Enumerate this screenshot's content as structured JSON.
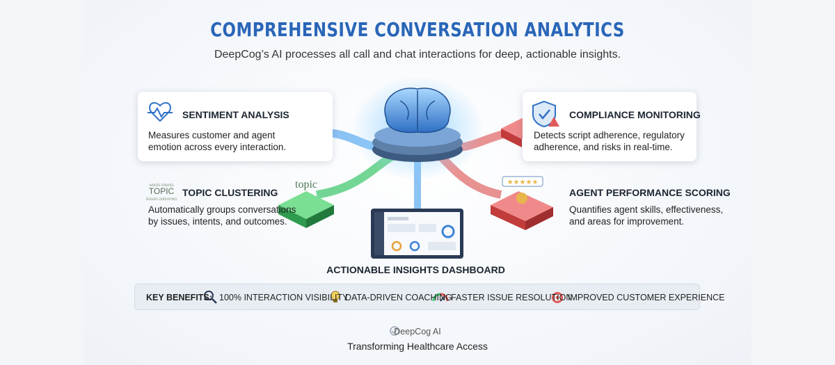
{
  "header": {
    "title": "COMPREHENSIVE CONVERSATION ANALYTICS",
    "subtitle": "DeepCog’s AI processes all call and chat interactions for deep, actionable insights."
  },
  "features": {
    "sentiment": {
      "title": "SENTIMENT ANALYSIS",
      "desc1": "Measures customer and agent",
      "desc2": "emotion across every interaction.",
      "icon": "heart-pulse-icon"
    },
    "topic": {
      "title": "TOPIC CLUSTERING",
      "desc1": "Automatically groups conversations",
      "desc2": "by issues, intents, and outcomes.",
      "icon": "word-cloud-icon",
      "word": "TOPIC"
    },
    "compliance": {
      "title": "COMPLIANCE MONITORING",
      "desc1": "Detects script adherence, regulatory",
      "desc2": "adherence, and risks in real-time.",
      "icon": "shield-check-icon"
    },
    "performance": {
      "title": "AGENT PERFORMANCE SCORING",
      "desc1": "Quantifies agent skills, effectiveness,",
      "desc2": "and areas for improvement.",
      "icon": "star-rating-icon"
    }
  },
  "dashboard": {
    "label": "ACTIONABLE INSIGHTS DASHBOARD"
  },
  "benefits": {
    "label": "KEY BENEFITS:",
    "items": [
      {
        "text": "100% INTERACTION VISIBILITY",
        "icon": "magnifier-icon"
      },
      {
        "text": "DATA-DRIVEN COACHING",
        "icon": "lightbulb-icon"
      },
      {
        "text": "FASTER ISSUE RESOLUTION",
        "icon": "speedometer-icon"
      },
      {
        "text": "IMPROVED CUSTOMER EXPERIENCE",
        "icon": "target-icon"
      }
    ]
  },
  "footer": {
    "brand": "DeepCog AI",
    "tagline": "Transforming Healthcare Access"
  },
  "colors": {
    "title": "#2a66b8",
    "blue": "#3b82d6",
    "green": "#3cc46a",
    "red": "#e05a5a"
  }
}
